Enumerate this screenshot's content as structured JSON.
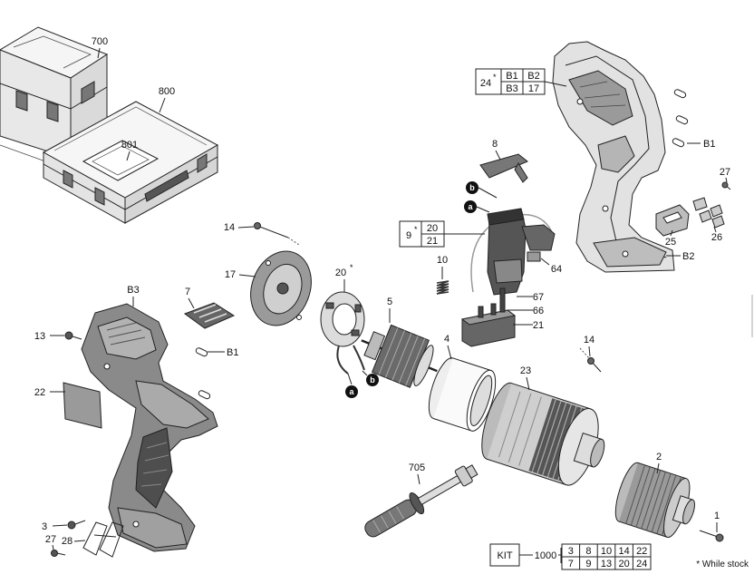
{
  "asterisk": "*",
  "callouts": {
    "c700": "700",
    "c800": "800",
    "c801": "801",
    "c_b1_top": "B1",
    "c27_top": "27",
    "c8": "8",
    "c10": "10",
    "c64": "64",
    "c25": "25",
    "c26": "26",
    "c_b2": "B2",
    "c14_left": "14",
    "c17": "17",
    "c20": "20",
    "c5": "5",
    "c67": "67",
    "c66": "66",
    "c21": "21",
    "c_b3": "B3",
    "c7": "7",
    "c13": "13",
    "c_b1_left": "B1",
    "c22": "22",
    "c4": "4",
    "c14_right": "14",
    "c23": "23",
    "c705": "705",
    "c2": "2",
    "c1": "1",
    "c3": "3",
    "c27_bottom": "27",
    "c28": "28"
  },
  "markers": {
    "b_top": "b",
    "a_top": "a",
    "a_bottom": "a",
    "b_bottom": "b"
  },
  "box24": {
    "id": "24",
    "cells": [
      "B1",
      "B2",
      "B3",
      "17"
    ]
  },
  "box9": {
    "id": "9",
    "cells": [
      "20",
      "21"
    ]
  },
  "kit": {
    "label": "KIT",
    "number": "1000",
    "row1": [
      "3",
      "8",
      "10",
      "14",
      "22"
    ],
    "row2": [
      "7",
      "9",
      "13",
      "20",
      "24"
    ]
  },
  "footnote": "* While stock"
}
